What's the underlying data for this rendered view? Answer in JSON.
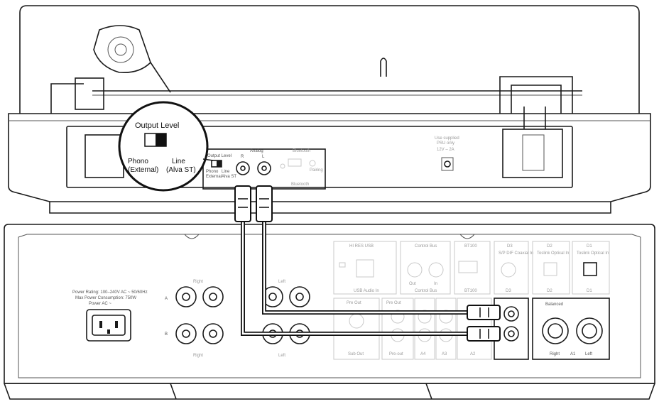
{
  "zoom": {
    "title": "Output Level",
    "left_label_1": "Phono",
    "left_label_2": "(External)",
    "right_label_1": "Line",
    "right_label_2": "(Alva ST)"
  },
  "turntable_panel": {
    "switch_title": "Output Level",
    "phono_1": "Phono",
    "phono_2": "External",
    "line_1": "Line",
    "line_2": "Alva ST",
    "jacks_header": "Analog",
    "jack_r": "R",
    "jack_l": "L",
    "bt_header": "Bluetooth",
    "bt_label": "Pairing",
    "bt_footer": "Bluetooth",
    "power_1": "Use supplied",
    "power_2": "PSU only",
    "power_3": "12V – 2A"
  },
  "amplifier": {
    "power_rating": "Power Rating: 100–240V AC ~ 50/60Hz",
    "power_consumption": "Max Power Consumption: 750W",
    "power_ac": "Power AC ~",
    "speakers_a": "A",
    "speakers_b": "B",
    "right_label": "Right",
    "left_label": "Left",
    "usb_header": "HI RES USB",
    "usb_label": "USB Audio In",
    "control_header": "Control Bus",
    "control_label": "Control Bus",
    "control_in": "In",
    "control_out": "Out",
    "bt_header": "BT100",
    "bt_label": "BT100",
    "d3_header": "D3",
    "d3_sub": "S/P DIF Coaxial In",
    "d3_label": "D3",
    "d2_header": "D2",
    "d2_sub": "Toslink Optical In",
    "d2_label": "D2",
    "d1_header": "D1",
    "d1_sub": "Toslink Optical In",
    "d1_label": "D1",
    "sub_header": "Pre Out",
    "sub_label": "Sub Out",
    "preout_header": "Pre Out",
    "preout_label": "Pre-out",
    "a4_label": "A4",
    "a3_label": "A3",
    "a2_label": "A2",
    "balanced": "Balanced",
    "a1_label": "A1",
    "right_short": "Right",
    "left_short": "Left"
  }
}
